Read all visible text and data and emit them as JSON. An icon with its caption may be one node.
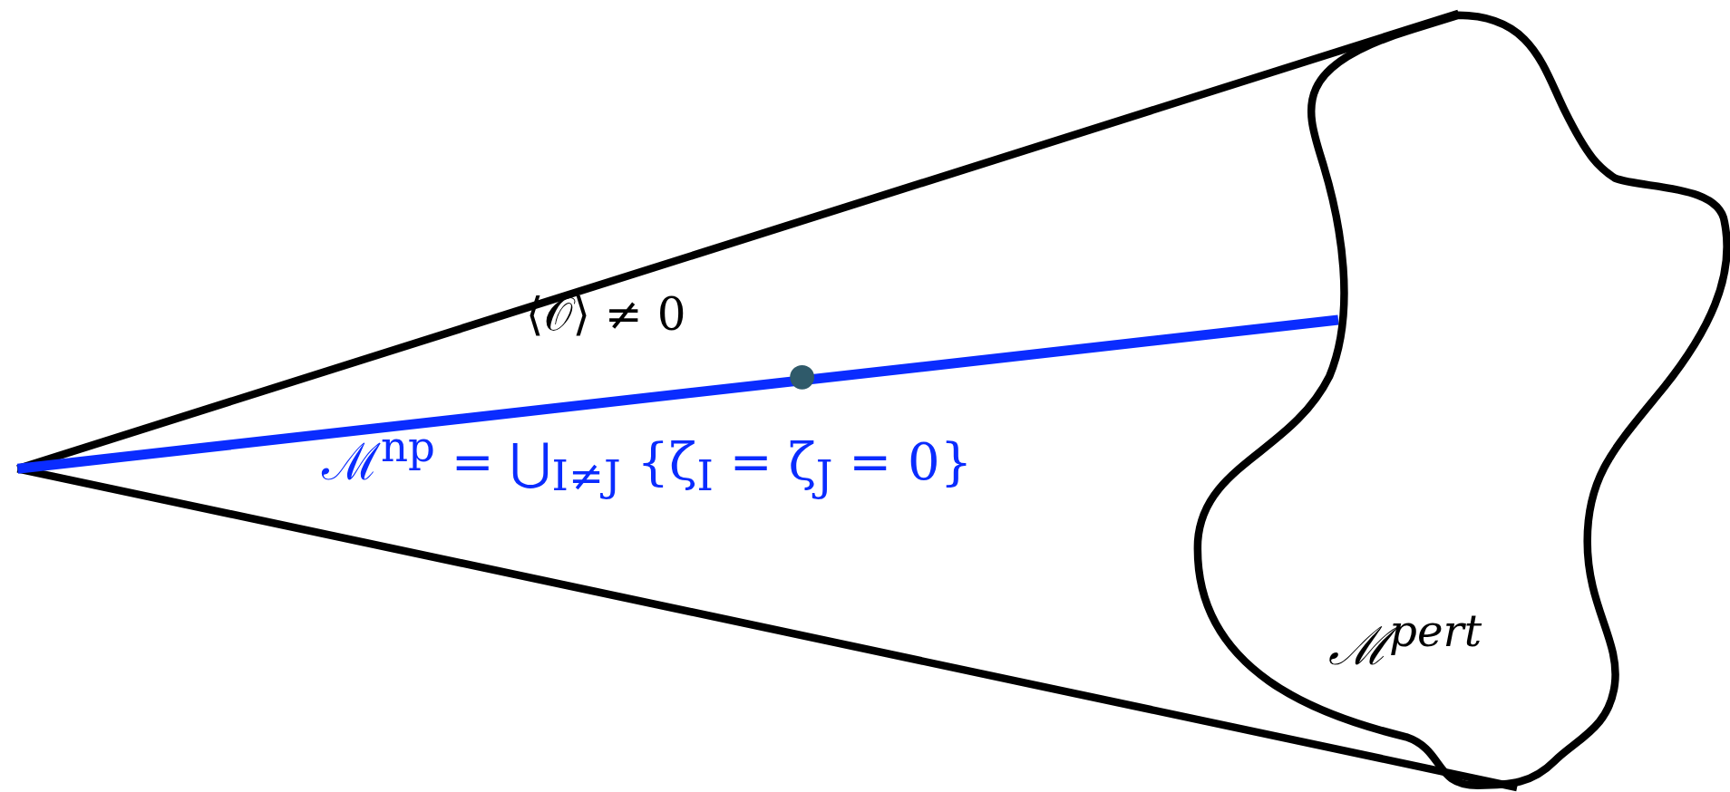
{
  "diagram": {
    "nodes": [
      {
        "text": [
          "ℳ$^{pert}$"
        ]
      }
    ],
    "labels": [
      "⟨𝒪⟩ ≠ 0",
      "ℳ$^{np}$ = ⋃$_{I≠J}$ {ζ$_{I}$ = ζ$_{J}$ = 0}"
    ]
  }
}
